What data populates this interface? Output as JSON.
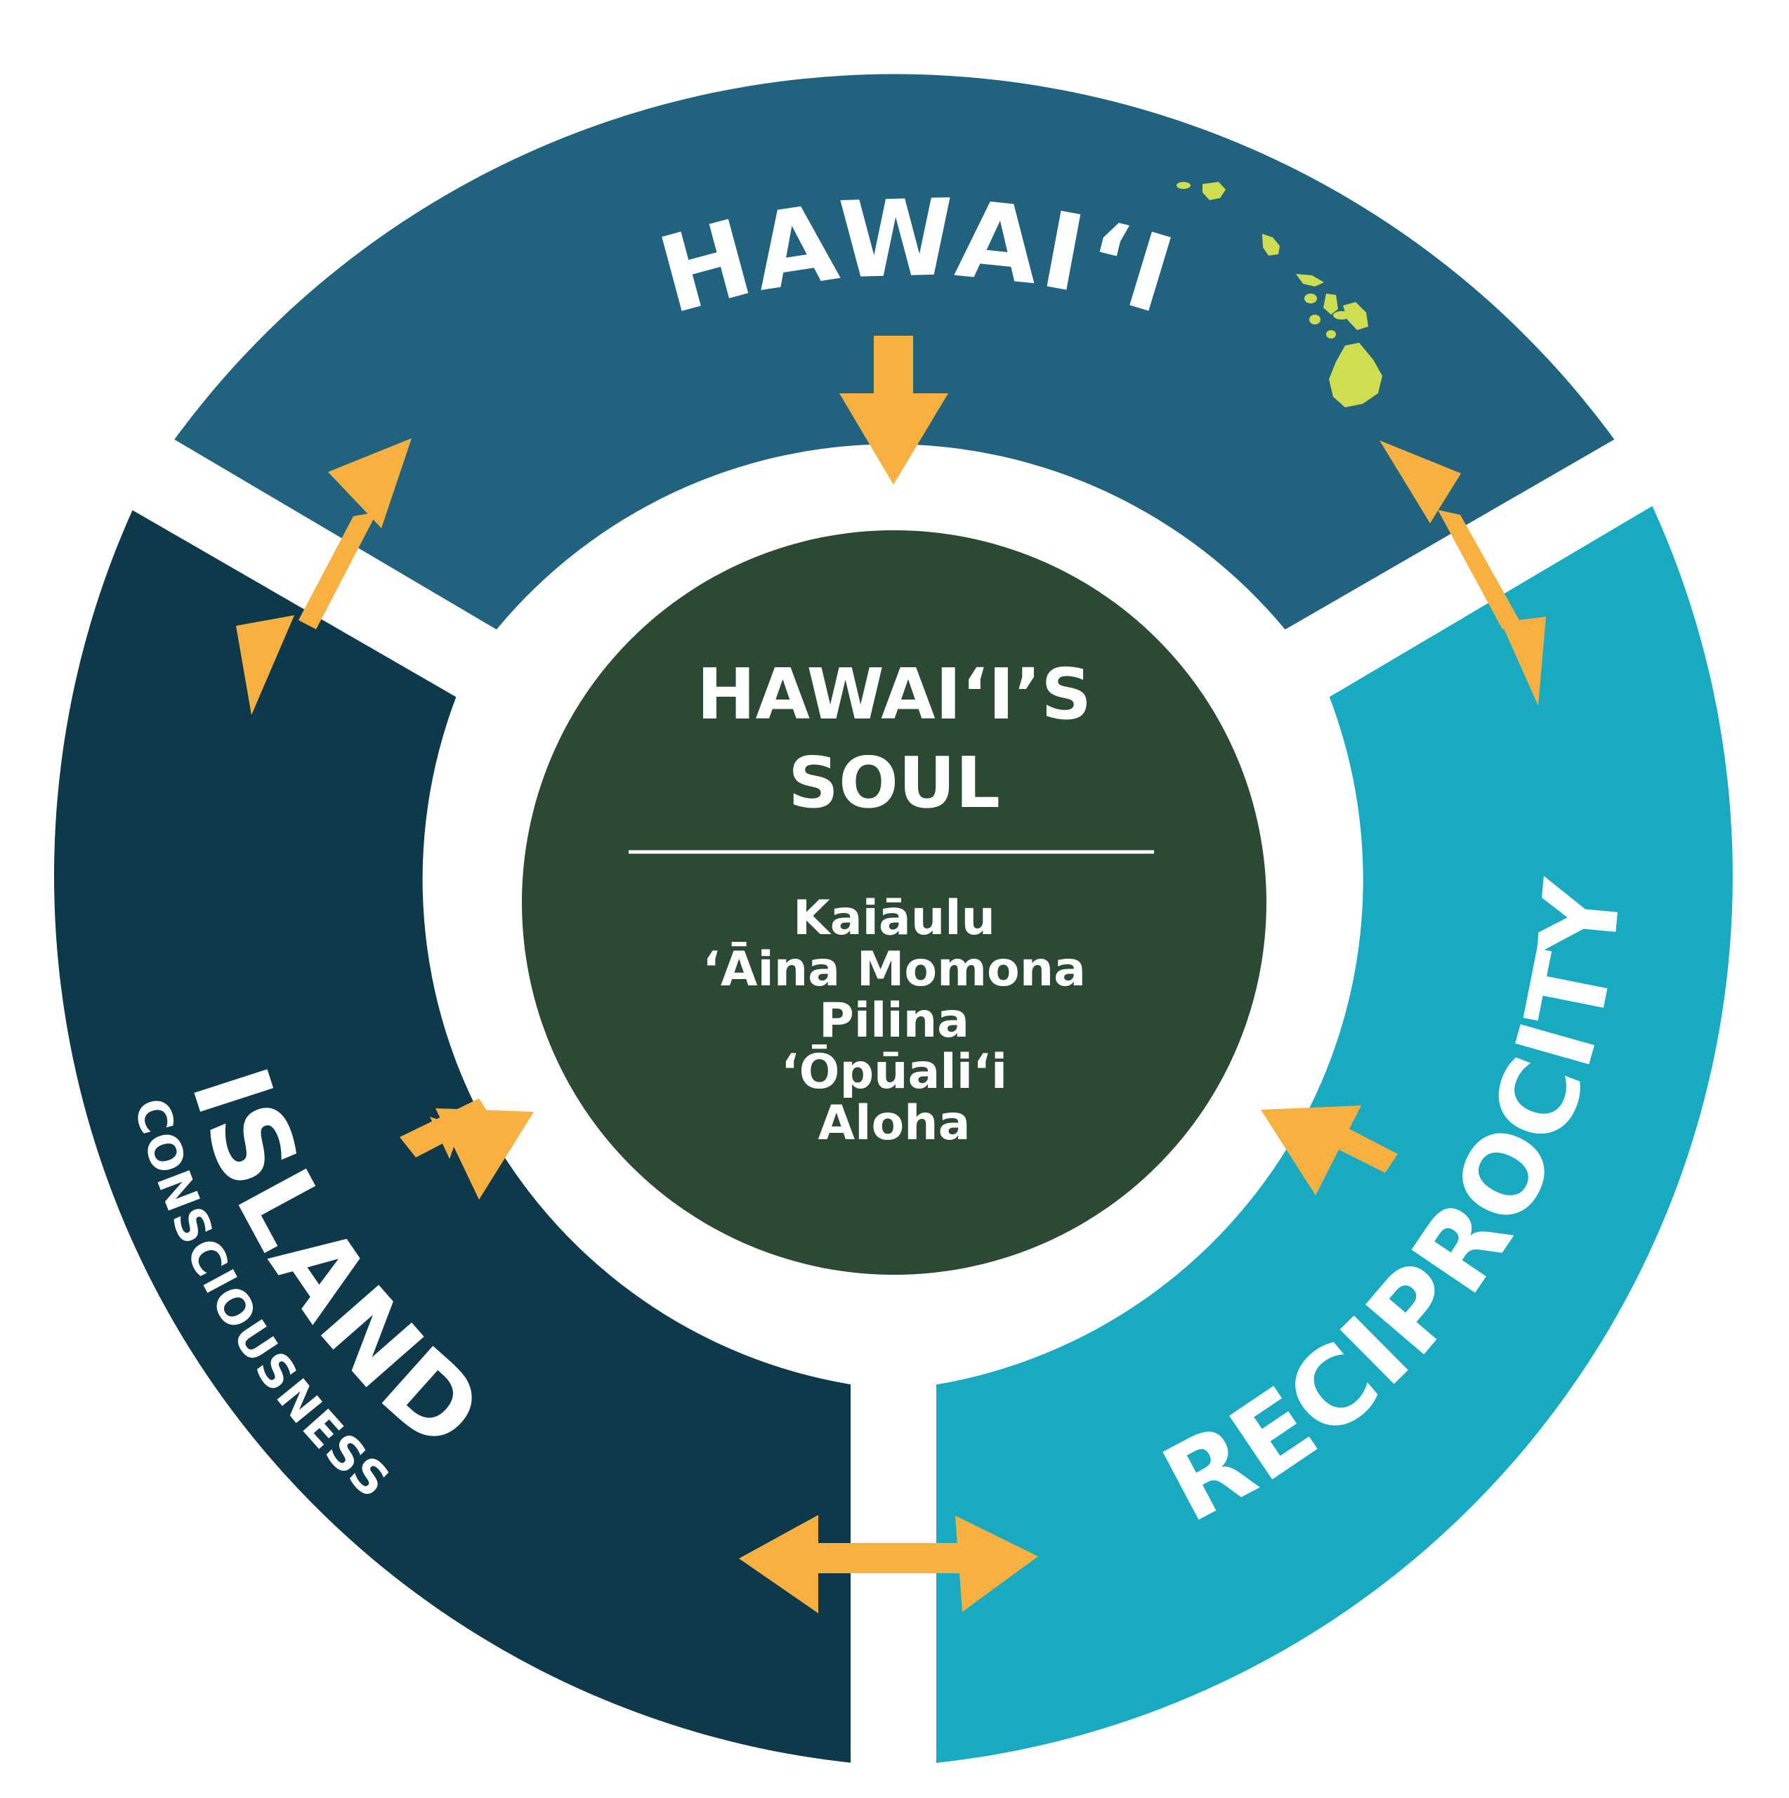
{
  "segments": {
    "top": {
      "label": "HAWAIʻI",
      "color": "#21627e"
    },
    "left": {
      "label": "ISLAND",
      "sublabel": "CONSCIOUSNESS",
      "color": "#0e394a"
    },
    "right": {
      "label": "RECIPROCITY",
      "color": "#17aac0"
    }
  },
  "center": {
    "title_line1": "HAWAIʻI’S",
    "title_line2": "SOUL",
    "color": "#2c4a33",
    "values": [
      "Kaiāulu",
      "ʻĀina Momona",
      "Pilina",
      "ʻŌpūaliʻi",
      "Aloha"
    ]
  },
  "colors": {
    "arrow": "#f8b041",
    "islands": "#cfdd51",
    "background": "#ffffff"
  },
  "icons": {
    "islands_map": "hawaiian-islands-map-icon",
    "arrow": "arrow-icon"
  }
}
